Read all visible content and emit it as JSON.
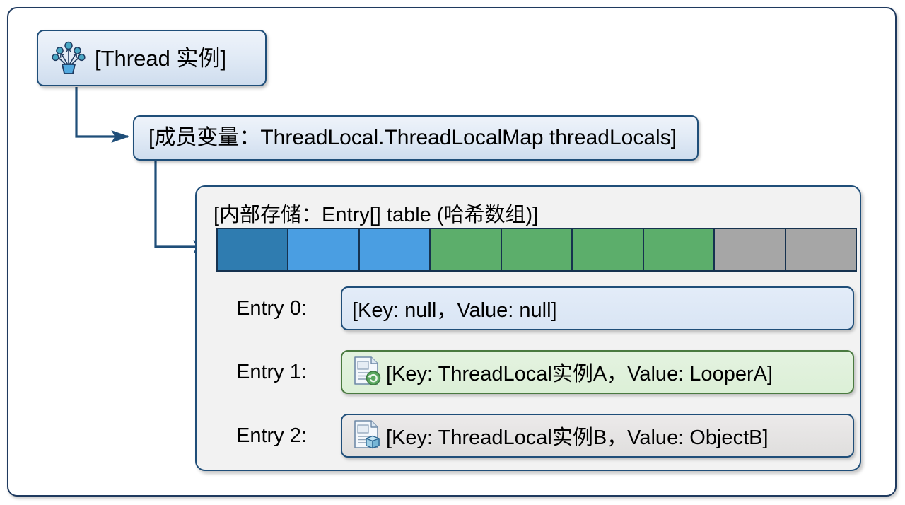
{
  "diagram": {
    "nodes": {
      "thread": {
        "label": "[Thread 实例]",
        "icon": "plant-threads-icon"
      },
      "member_variable": {
        "label": "[成员变量：ThreadLocal.ThreadLocalMap threadLocals]"
      },
      "storage_panel": {
        "title": "[内部存储：Entry[] table (哈希数组)]"
      }
    },
    "table": {
      "cells": [
        {
          "index": 0,
          "color": "#2f7cb0",
          "state": "occupied-active"
        },
        {
          "index": 1,
          "color": "#4a9ee2",
          "state": "occupied"
        },
        {
          "index": 2,
          "color": "#4a9ee2",
          "state": "occupied"
        },
        {
          "index": 3,
          "color": "#5cae6b",
          "state": "occupied"
        },
        {
          "index": 4,
          "color": "#5cae6b",
          "state": "occupied"
        },
        {
          "index": 5,
          "color": "#5cae6b",
          "state": "occupied"
        },
        {
          "index": 6,
          "color": "#5cae6b",
          "state": "occupied"
        },
        {
          "index": 7,
          "color": "#a6a6a6",
          "state": "empty"
        },
        {
          "index": 8,
          "color": "#a6a6a6",
          "state": "empty"
        }
      ]
    },
    "entries": [
      {
        "label": "Entry 0:",
        "text": "[Key: null，Value: null]",
        "variant": "blue",
        "icon": null
      },
      {
        "label": "Entry 1:",
        "text": "[Key: ThreadLocal实例A，Value: LooperA]",
        "variant": "green",
        "icon": "document-refresh-icon"
      },
      {
        "label": "Entry 2:",
        "text": "[Key: ThreadLocal实例B，Value: ObjectB]",
        "variant": "gray",
        "icon": "document-cube-icon"
      }
    ],
    "colors": {
      "connector": "#1f4e79",
      "node_border": "#1f4e79",
      "panel_background": "#f2f2f2",
      "frame_border": "#1f3a5f"
    }
  }
}
